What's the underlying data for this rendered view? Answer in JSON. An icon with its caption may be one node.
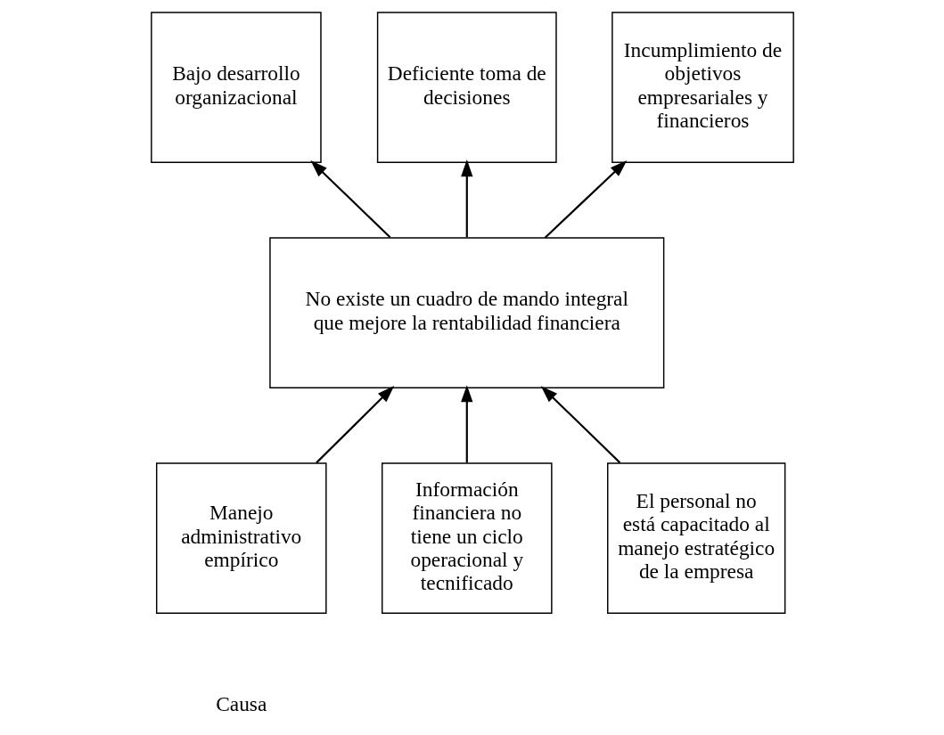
{
  "diagram": {
    "nodes": [
      {
        "text": [
          "Bajo desarrollo organizacional"
        ]
      },
      {
        "text": [
          "Deficiente toma de decisiones"
        ]
      },
      {
        "text": [
          "Incumplimiento de objetivos empresariales y financieros"
        ]
      },
      {
        "text": [
          "No existe un cuadro de mando integral que mejore la rentabilidad financiera"
        ]
      },
      {
        "text": [
          "Manejo administrativo empírico"
        ]
      },
      {
        "text": [
          "Información financiera no tiene un ciclo operacional y tecnificado"
        ]
      },
      {
        "text": [
          "El personal no está capacitado al manejo estratégico de la empresa"
        ]
      }
    ],
    "edges": [
      {
        "from": 3,
        "to": 0,
        "arrow": "to"
      },
      {
        "from": 3,
        "to": 1,
        "arrow": "to"
      },
      {
        "from": 3,
        "to": 2,
        "arrow": "to"
      },
      {
        "from": 4,
        "to": 3,
        "arrow": "to"
      },
      {
        "from": 5,
        "to": 3,
        "arrow": "to"
      },
      {
        "from": 6,
        "to": 3,
        "arrow": "to"
      }
    ],
    "labels": [
      "Causa"
    ]
  }
}
